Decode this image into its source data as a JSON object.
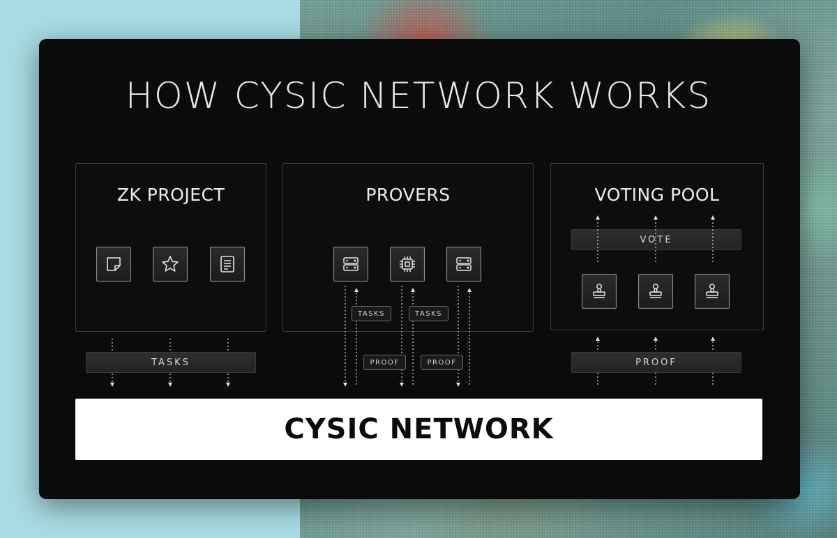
{
  "title": "HOW CYSIC NETWORK WORKS",
  "zk_project": {
    "title": "ZK PROJECT",
    "icons": [
      "note-icon",
      "star-icon",
      "document-icon"
    ],
    "bar_label": "TASKS"
  },
  "provers": {
    "title": "PROVERS",
    "icons": [
      "server-icon",
      "chip-icon",
      "server-icon"
    ],
    "task_chips": [
      "TASKS",
      "TASKS"
    ],
    "proof_chips": [
      "PROOF",
      "PROOF"
    ]
  },
  "voting_pool": {
    "title": "VOTING POOL",
    "vote_label": "VOTE",
    "icons": [
      "stamp-icon",
      "stamp-icon",
      "stamp-icon"
    ],
    "bar_label": "PROOF"
  },
  "network": {
    "label": "CYSIC NETWORK"
  },
  "colors": {
    "panel": "#0b0b0b",
    "accent_white": "#ffffff",
    "background": "#a9dbe3"
  }
}
